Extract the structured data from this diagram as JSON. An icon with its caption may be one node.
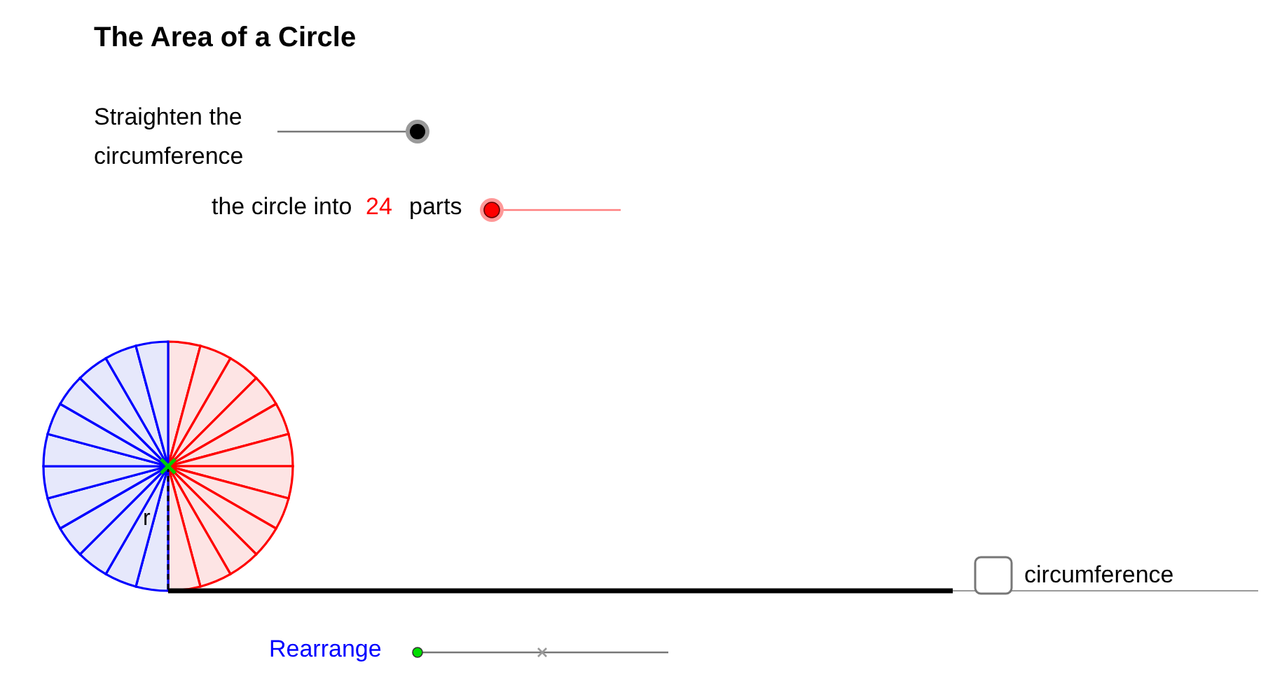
{
  "diagram": {
    "title": "The Area of a Circle",
    "labels": [
      "Straighten the circumference",
      "the circle into",
      "24",
      "parts",
      "r",
      "circumference",
      "Rearrange"
    ]
  }
}
